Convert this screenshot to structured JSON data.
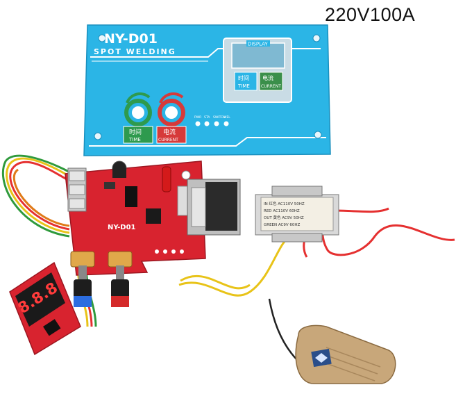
{
  "header": {
    "spec": "220V100A"
  },
  "panel": {
    "model": "NY-D01",
    "subtitle": "SPOT WELDING",
    "display_label": "DISPLAY",
    "time_cn": "时间",
    "time_en": "TIME",
    "current_cn": "电流",
    "current_en": "CURRENT",
    "indicator_labels": [
      "PWR",
      "STA",
      "SWITCH",
      "WEL"
    ]
  },
  "board": {
    "model": "NY-D01"
  },
  "transformer": {
    "rows": [
      "IN  红色  AC110V  50HZ",
      "    RED   AC110V  60HZ",
      "OUT 黄色  AC9V   50HZ",
      "  GREEN   AC9V   60HZ"
    ]
  },
  "display_module": {
    "digits": "8.8.8"
  },
  "colors": {
    "panel_blue": "#2bb5e6",
    "board_red": "#d8232f",
    "pedal_tan": "#c8a77a",
    "time_green": "#2e9a4e",
    "current_red": "#d63a3a"
  }
}
